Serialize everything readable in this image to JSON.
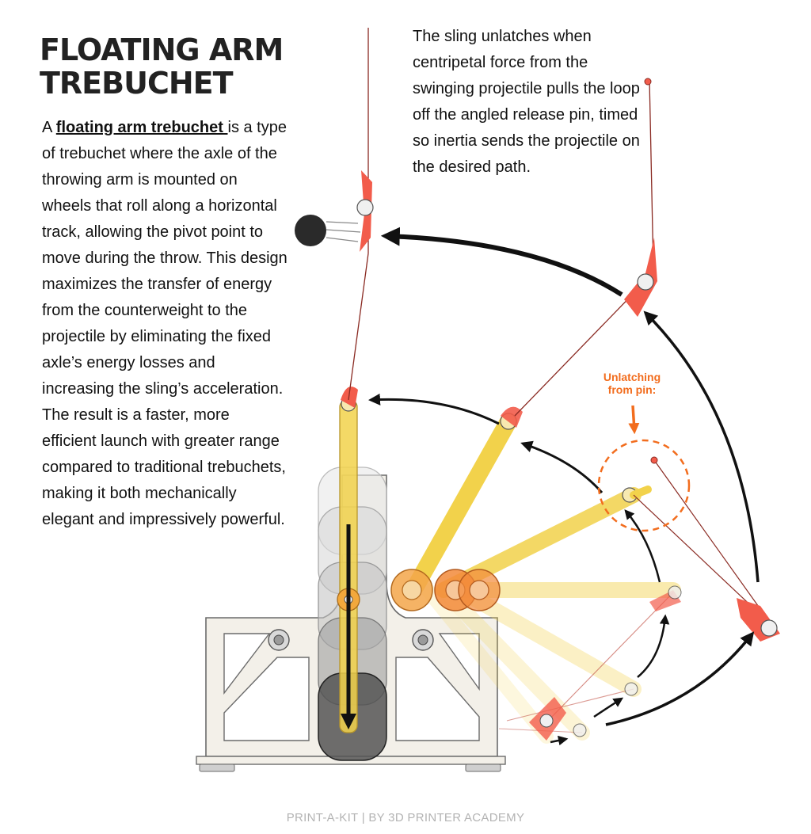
{
  "title": {
    "line1": "FLOATING ARM",
    "line2": "TREBUCHET"
  },
  "intro": {
    "lead": "A ",
    "link": "floating arm trebuchet ",
    "body": "is a type of trebuchet where the axle of the throwing arm is mounted on wheels that roll along a horizontal track, allowing the pivot point to move during the throw. This design maximizes the transfer of energy from the counterweight to the projectile by eliminating the fixed axle’s energy losses and increasing the sling’s acceleration. The result is a faster, more efficient launch with greater range compared to traditional trebuchets, making it both mechanically elegant and impressively powerful."
  },
  "release_note": "The sling unlatches when centripetal force from the swinging projectile pulls the loop off the angled release pin, timed so inertia sends the projectile on the desired path.",
  "callout": {
    "line1": "Unlatching",
    "line2": "from pin:"
  },
  "footer": "PRINT-A-KIT | BY 3D PRINTER ACADEMY",
  "colors": {
    "arm": "#f2d24b",
    "sling": "#f25c4b",
    "callout": "#f26d1e",
    "frame": "#f3f0e9",
    "counterweight": "#9a9a9a",
    "arrow": "#111111",
    "footer": "#b3b3b3"
  }
}
